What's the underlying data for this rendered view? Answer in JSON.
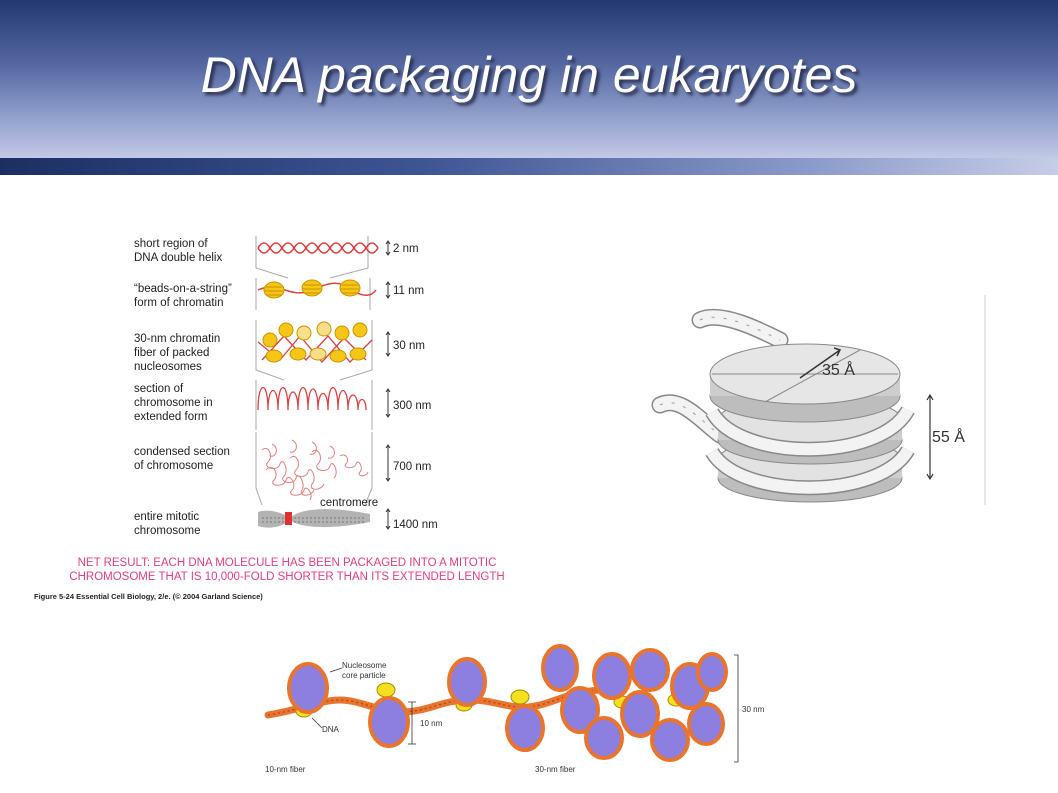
{
  "slide": {
    "title": "DNA packaging in eukaryotes"
  },
  "stages": [
    {
      "label_lines": [
        "short region of",
        "DNA double helix"
      ],
      "size": "2 nm"
    },
    {
      "label_lines": [
        "“beads-on-a-string”",
        "form of chromatin"
      ],
      "size": "11 nm"
    },
    {
      "label_lines": [
        "30-nm chromatin",
        "fiber of packed",
        "nucleosomes"
      ],
      "size": "30 nm"
    },
    {
      "label_lines": [
        "section of",
        "chromosome in",
        "extended form"
      ],
      "size": "300 nm"
    },
    {
      "label_lines": [
        "condensed section",
        "of chromosome"
      ],
      "size": "700 nm"
    },
    {
      "label_lines": [
        "entire mitotic",
        "chromosome"
      ],
      "size": "1400 nm"
    }
  ],
  "centromere_label": "centromere",
  "net_result": [
    "NET RESULT: EACH DNA MOLECULE HAS BEEN PACKAGED INTO A MITOTIC",
    "CHROMOSOME THAT IS 10,000-FOLD SHORTER THAN ITS EXTENDED LENGTH"
  ],
  "figure_caption": "Figure 5-24  Essential Cell Biology, 2/e. (© 2004 Garland Science)",
  "nucleosome_model": {
    "diameter_label": "35 Å",
    "height_label": "55 Å"
  },
  "fiber_diagram": {
    "core_particle_label": [
      "Nucleosome",
      "core particle"
    ],
    "dna_label": "DNA",
    "ten_nm_label": "10 nm",
    "thirty_nm_label": "30 nm",
    "fiber10_label": "10-nm fiber",
    "fiber30_label": "30-nm fiber"
  },
  "colors": {
    "header_dark": "#23386e",
    "header_light": "#c3c9e6",
    "dna_red": "#d94040",
    "nucleosome_yellow": "#f5c518",
    "nucleosome_purple": "#8c7fe0",
    "fiber_orange": "#e8752e",
    "net_result_pink": "#e0407e"
  }
}
